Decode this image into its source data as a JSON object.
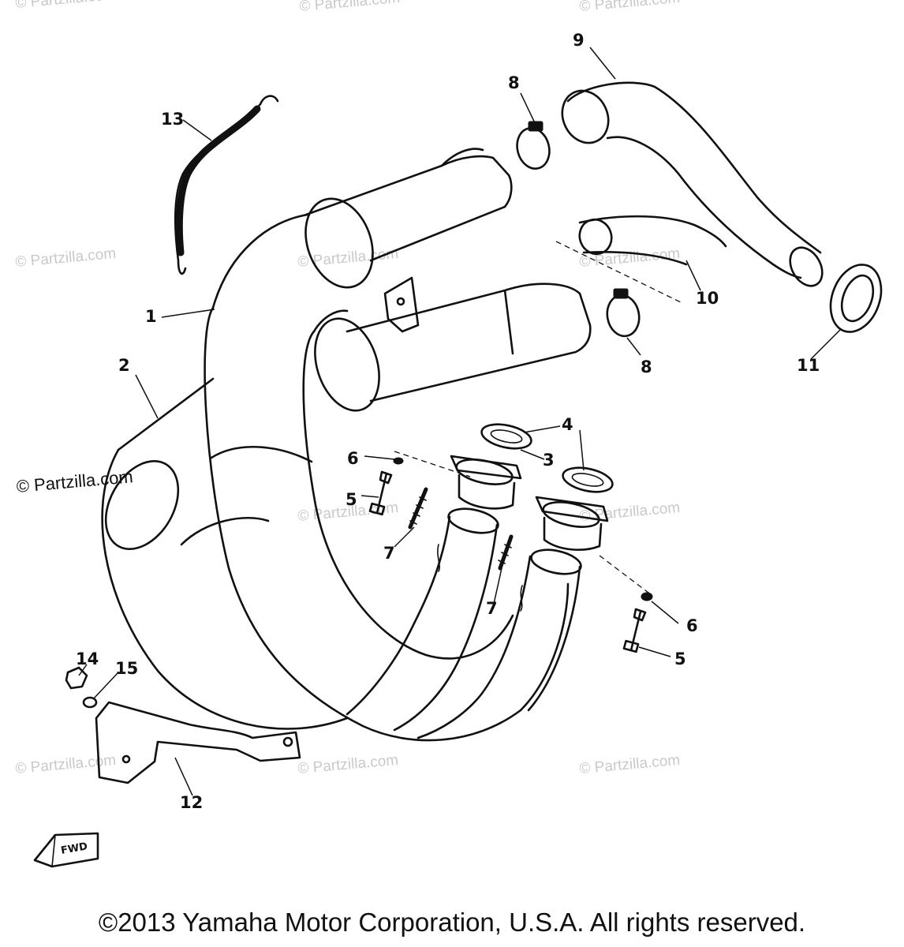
{
  "watermark_text": "© Partzilla.com",
  "copyright": "©2013  Yamaha Motor Corporation, U.S.A. All rights reserved.",
  "fwd_label": "FWD",
  "callouts": {
    "p1": "1",
    "p2": "2",
    "p3": "3",
    "p4": "4",
    "p5a": "5",
    "p5b": "5",
    "p6a": "6",
    "p6b": "6",
    "p7a": "7",
    "p7b": "7",
    "p8a": "8",
    "p8b": "8",
    "p9": "9",
    "p10": "10",
    "p11": "11",
    "p12": "12",
    "p13": "13",
    "p14": "14",
    "p15": "15"
  }
}
